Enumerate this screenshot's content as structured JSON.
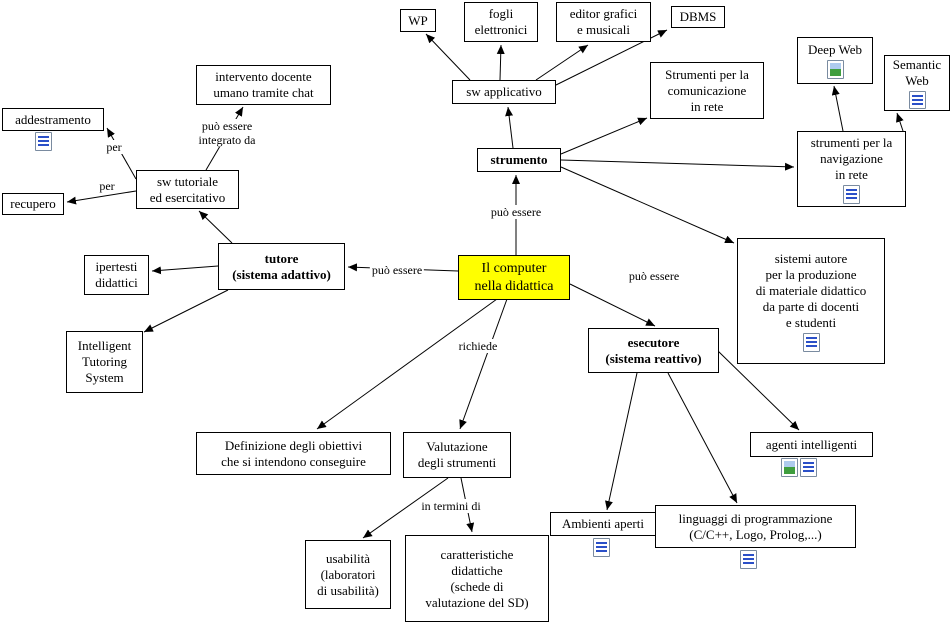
{
  "map_title": "Il computer nella didattica",
  "colors": {
    "highlight": "#ffff00",
    "node_border": "#000000",
    "line": "#000000",
    "background": "#ffffff"
  },
  "nodes": {
    "central": {
      "label": "Il computer\nnella didattica"
    },
    "strumento": {
      "label": "strumento"
    },
    "tutore": {
      "label": "tutore\n(sistema adattivo)"
    },
    "esecutore": {
      "label": "esecutore\n(sistema reattivo)"
    },
    "sw_applicativo": {
      "label": "sw applicativo"
    },
    "wp": {
      "label": "WP"
    },
    "fogli": {
      "label": "fogli\nelettronici"
    },
    "editor": {
      "label": "editor grafici\ne musicali"
    },
    "dbms": {
      "label": "DBMS"
    },
    "com_rete": {
      "label": "Strumenti per la\ncomunicazione\nin rete"
    },
    "nav_rete": {
      "label": "strumenti per la\nnavigazione\nin rete"
    },
    "deep_web": {
      "label": "Deep Web"
    },
    "semantic_web": {
      "label": "Semantic\nWeb"
    },
    "sistemi_autore": {
      "label": "sistemi autore\nper la produzione\ndi materiale didattico\nda parte di docenti\ne studenti"
    },
    "intervento": {
      "label": "intervento docente\numano tramite chat"
    },
    "addestramento": {
      "label": "addestramento"
    },
    "sw_tutoriale": {
      "label": "sw tutoriale\ned esercitativo"
    },
    "recupero": {
      "label": "recupero"
    },
    "ipertesti": {
      "label": "ipertesti\ndidattici"
    },
    "its": {
      "label": "Intelligent\nTutoring\nSystem"
    },
    "definizione": {
      "label": "Definizione degli obiettivi\nche si intendono conseguire"
    },
    "valutazione": {
      "label": "Valutazione\ndegli strumenti"
    },
    "usabilita": {
      "label": "usabilità\n(laboratori\ndi usabilità)"
    },
    "caratteristiche": {
      "label": "caratteristiche\ndidattiche\n(schede di\nvalutazione del SD)"
    },
    "agenti": {
      "label": "agenti intelligenti"
    },
    "ambienti": {
      "label": "Ambienti aperti"
    },
    "linguaggi": {
      "label": "linguaggi di programmazione\n(C/C++, Logo, Prolog,...)"
    }
  },
  "edge_labels": {
    "puo_essere_strumento": "può essere",
    "puo_essere_tutore": "può essere",
    "puo_essere_esecutore": "può essere",
    "richiede": "richiede",
    "integrato": "può essere\nintegrato da",
    "per_addestramento": "per",
    "per_recupero": "per",
    "in_termini_di": "in termini di"
  },
  "icons": {
    "addestramento": [
      "document"
    ],
    "deep_web": [
      "image"
    ],
    "semantic_web": [
      "document"
    ],
    "nav_rete": [
      "document"
    ],
    "sistemi_autore": [
      "document"
    ],
    "agenti": [
      "image",
      "document"
    ],
    "ambienti": [
      "document"
    ],
    "linguaggi": [
      "document"
    ]
  }
}
